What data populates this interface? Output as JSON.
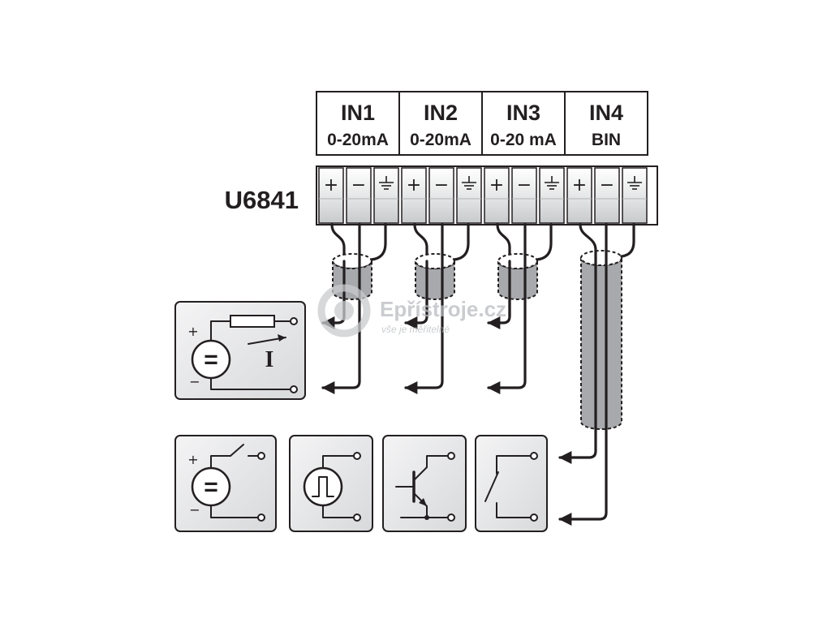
{
  "model": "U6841",
  "inputs": [
    {
      "name": "IN1",
      "type": "0-20mA"
    },
    {
      "name": "IN2",
      "type": "0-20mA"
    },
    {
      "name": "IN3",
      "type": "0-20 mA"
    },
    {
      "name": "IN4",
      "type": "BIN"
    }
  ],
  "terminal_symbols": [
    "+",
    "−"
  ],
  "current_source": {
    "plus": "+",
    "minus": "−",
    "eq": "=",
    "current": "I"
  },
  "switch_source": {
    "plus": "+",
    "minus": "−",
    "eq": "="
  },
  "watermark": {
    "brand": "Epřístroje.cz",
    "tagline": "vše je měřitelné"
  },
  "colors": {
    "line": "#231f20",
    "box": "#e6e7e8",
    "shield": "#a7a9ac",
    "terminal": "#f2f2f2"
  }
}
